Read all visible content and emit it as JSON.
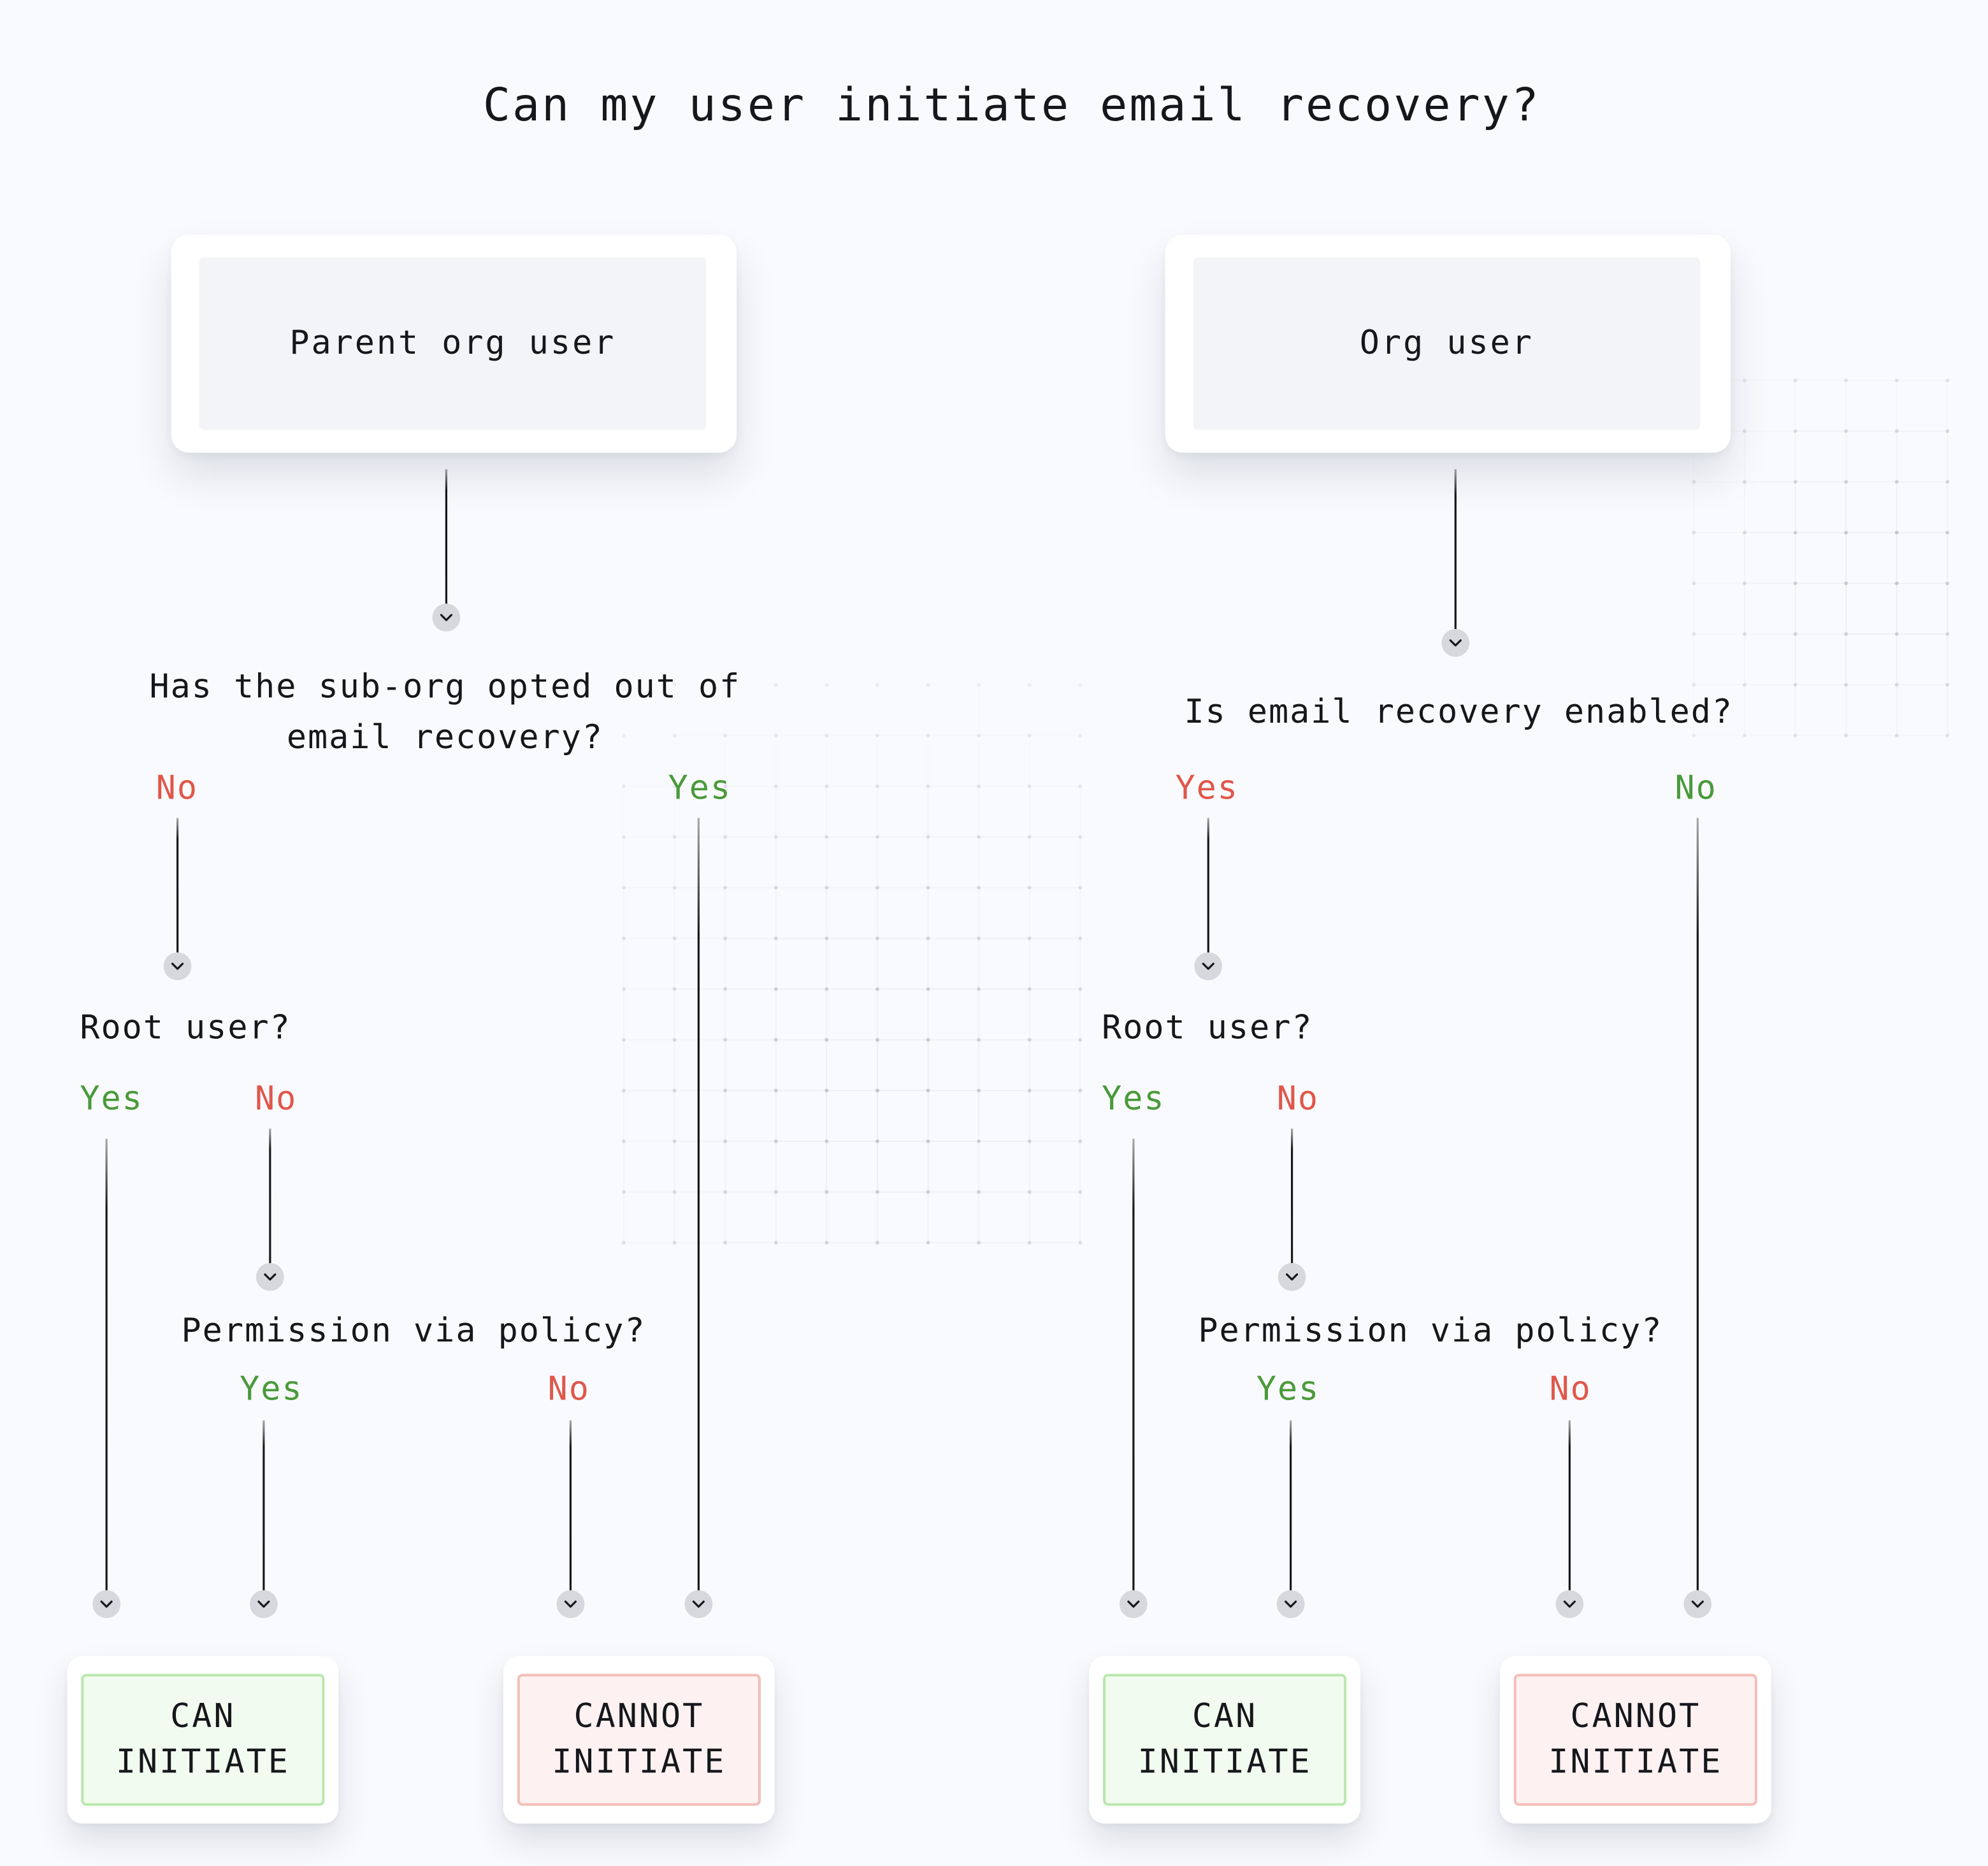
{
  "title": "Can my user initiate email recovery?",
  "left": {
    "start_label": "Parent org user",
    "q1": "Has the sub-org opted out of\nemail recovery?",
    "q1_no": "No",
    "q1_yes": "Yes",
    "q2": "Root user?",
    "q2_yes": "Yes",
    "q2_no": "No",
    "q3": "Permission via policy?",
    "q3_yes": "Yes",
    "q3_no": "No",
    "result_can": "CAN\nINITIATE",
    "result_cannot": "CANNOT\nINITIATE"
  },
  "right": {
    "start_label": "Org user",
    "q1": "Is email recovery enabled?",
    "q1_yes": "Yes",
    "q1_no": "No",
    "q2": "Root user?",
    "q2_yes": "Yes",
    "q2_no": "No",
    "q3": "Permission via policy?",
    "q3_yes": "Yes",
    "q3_no": "No",
    "result_can": "CAN\nINITIATE",
    "result_cannot": "CANNOT\nINITIATE"
  },
  "colors": {
    "yes": "#4a9a3a",
    "no": "#e0574a",
    "can_fill": "#f2fbef",
    "can_border": "#b9e8ad",
    "cannot_fill": "#fdf2f1",
    "cannot_border": "#f3beb7"
  }
}
